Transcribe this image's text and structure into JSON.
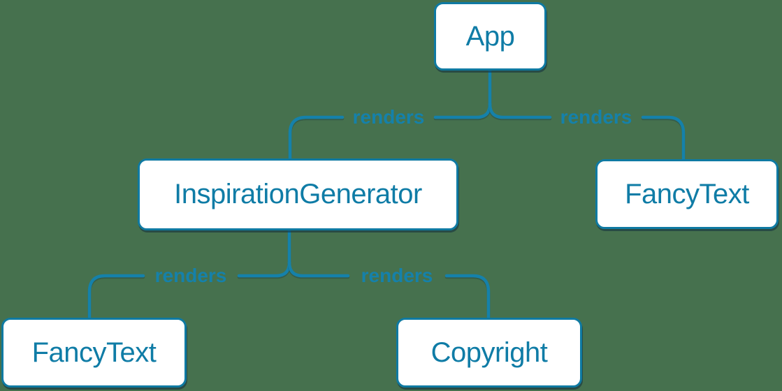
{
  "colors": {
    "background": "#46714e",
    "node_fill": "#ffffff",
    "node_border": "#0f7aa2",
    "node_text": "#0f7ca6",
    "edge_line": "#1581aa",
    "edge_label_text": "#1581aa",
    "shadow": "rgba(16,44,62,0.55)"
  },
  "diagram": {
    "type": "tree",
    "nodes": [
      {
        "id": "app",
        "label": "App"
      },
      {
        "id": "inspiration-generator",
        "label": "InspirationGenerator"
      },
      {
        "id": "fancy-text-top",
        "label": "FancyText"
      },
      {
        "id": "fancy-text-bottom",
        "label": "FancyText"
      },
      {
        "id": "copyright",
        "label": "Copyright"
      }
    ],
    "edges": [
      {
        "from": "App",
        "to": "InspirationGenerator",
        "label": "renders"
      },
      {
        "from": "App",
        "to": "FancyText",
        "label": "renders"
      },
      {
        "from": "InspirationGenerator",
        "to": "FancyText",
        "label": "renders"
      },
      {
        "from": "InspirationGenerator",
        "to": "Copyright",
        "label": "renders"
      }
    ]
  }
}
